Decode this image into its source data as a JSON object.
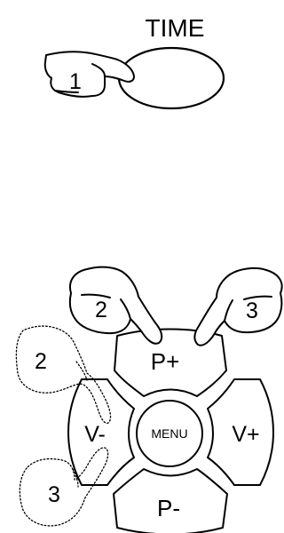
{
  "time_button": {
    "title": "TIME",
    "step": "1"
  },
  "remote": {
    "up_label": "P+",
    "down_label": "P-",
    "left_label": "V-",
    "right_label": "V+",
    "center_label": "MENU"
  },
  "steps": {
    "press_p_plus": "2",
    "press_v_plus": "3",
    "hold_v_minus": "2",
    "hold_p_minus": "3"
  },
  "colors": {
    "line": "#000000",
    "background": "#ffffff"
  },
  "icons": {
    "pointing_hand": "pointing-hand-icon",
    "dotted_hand": "dotted-hand-outline-icon"
  }
}
